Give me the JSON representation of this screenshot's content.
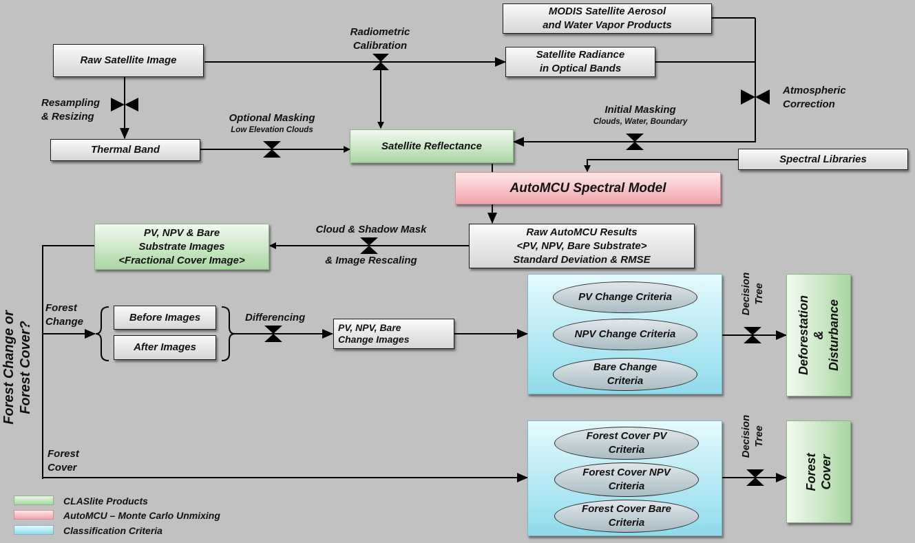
{
  "colors": {
    "background": "#c1c1c1",
    "product_green": "#a9d7a2",
    "model_pink": "#f1a4ab",
    "criteria_cyan": "#8fdaea",
    "process_gray": "#d6d6d6"
  },
  "boxes": {
    "modis": "MODIS Satellite Aerosol\nand Water Vapor Products",
    "raw_image": "Raw Satellite Image",
    "radiance": "Satellite Radiance\nin Optical Bands",
    "thermal": "Thermal Band",
    "reflectance": "Satellite Reflectance",
    "spectral_libraries": "Spectral Libraries",
    "automcu": "AutoMCU Spectral Model",
    "raw_results": "Raw AutoMCU Results\n<PV, NPV, Bare Substrate>\nStandard Deviation & RMSE",
    "fractional": "PV, NPV & Bare\nSubstrate Images\n<Fractional Cover Image>",
    "before": "Before Images",
    "after": "After Images",
    "change_images": "PV, NPV, Bare\nChange Images",
    "deforestation": "Deforestation &\nDisturbance",
    "forest_cover_out": "Forest Cover"
  },
  "labels": {
    "radiometric": "Radiometric\nCalibration",
    "resampling": "Resampling\n& Resizing",
    "optional_masking": "Optional Masking",
    "optional_masking_sub": "Low Elevation Clouds",
    "initial_masking": "Initial Masking",
    "initial_masking_sub": "Clouds, Water, Boundary",
    "atmospheric": "Atmospheric\nCorrection",
    "cloud_shadow": "Cloud & Shadow Mask",
    "image_rescaling": "& Image Rescaling",
    "question": "Forest Change or\nForest Cover?",
    "forest_change": "Forest\nChange",
    "forest_cover_branch": "Forest\nCover",
    "differencing": "Differencing",
    "decision_tree_1": "Decision\nTree",
    "decision_tree_2": "Decision\nTree"
  },
  "criteria": {
    "change": [
      "PV Change Criteria",
      "NPV Change Criteria",
      "Bare Change\nCriteria"
    ],
    "cover": [
      "Forest Cover PV\nCriteria",
      "Forest Cover NPV\nCriteria",
      "Forest Cover Bare\nCriteria"
    ]
  },
  "legend": [
    "CLASlite Products",
    "AutoMCU – Monte Carlo Unmixing",
    "Classification Criteria"
  ]
}
